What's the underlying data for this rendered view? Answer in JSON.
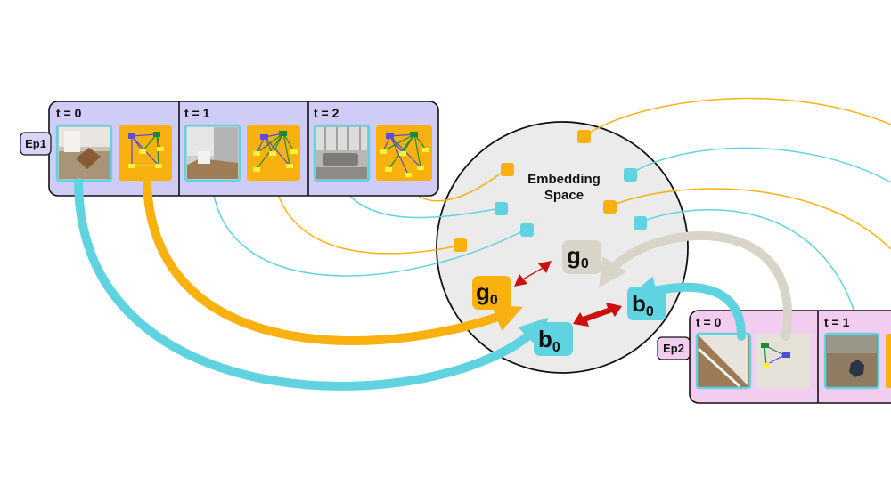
{
  "embedding": {
    "title_line1": "Embedding",
    "title_line2": "Space"
  },
  "ep1": {
    "tag": "Ep1",
    "steps": [
      {
        "label": "t = 0"
      },
      {
        "label": "t = 1"
      },
      {
        "label": "t = 2"
      }
    ]
  },
  "ep2": {
    "tag": "Ep2",
    "steps": [
      {
        "label": "t = 0"
      },
      {
        "label": "t = 1"
      }
    ]
  },
  "nodes": {
    "g0_ep1": {
      "letter": "g",
      "sub": "0"
    },
    "b0_ep1": {
      "letter": "b",
      "sub": "0"
    },
    "g0_ep2": {
      "letter": "g",
      "sub": "0"
    },
    "b0_ep2": {
      "letter": "b",
      "sub": "0"
    }
  },
  "colors": {
    "ep1_panel": "#cfcdf7",
    "ep2_panel": "#f3cdef",
    "graph_orange": "#f9b10f",
    "image_cyan": "#5fd3e0",
    "circle_fill": "#ebebeb",
    "arrow_red": "#cc1010",
    "ep2_graph_gray": "#d8d4c8"
  }
}
